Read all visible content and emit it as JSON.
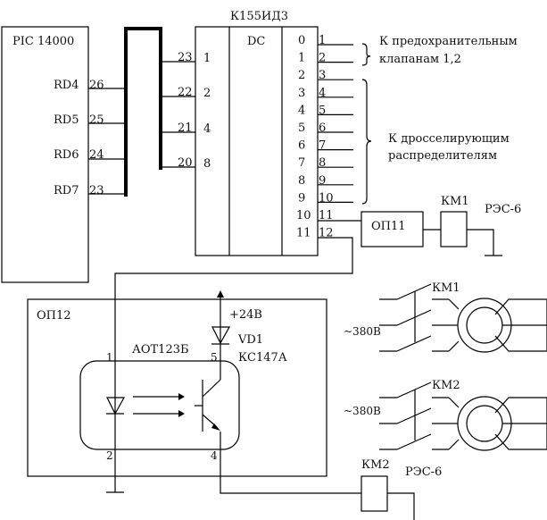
{
  "diagram": {
    "type": "electrical-schematic",
    "mcu": {
      "name": "PIC 14000",
      "pins": [
        {
          "name": "RD4",
          "num": "26"
        },
        {
          "name": "RD5",
          "num": "25"
        },
        {
          "name": "RD6",
          "num": "24"
        },
        {
          "name": "RD7",
          "num": "23"
        }
      ]
    },
    "decoder": {
      "name": "К155ИД3",
      "function": "DC",
      "inputs": [
        {
          "pin": "23",
          "weight": "1"
        },
        {
          "pin": "22",
          "weight": "2"
        },
        {
          "pin": "21",
          "weight": "4"
        },
        {
          "pin": "20",
          "weight": "8"
        }
      ],
      "outputs": [
        {
          "index": "0",
          "pin": "1"
        },
        {
          "index": "1",
          "pin": "2"
        },
        {
          "index": "2",
          "pin": "3"
        },
        {
          "index": "3",
          "pin": "4"
        },
        {
          "index": "4",
          "pin": "5"
        },
        {
          "index": "5",
          "pin": "6"
        },
        {
          "index": "6",
          "pin": "7"
        },
        {
          "index": "7",
          "pin": "8"
        },
        {
          "index": "8",
          "pin": "9"
        },
        {
          "index": "9",
          "pin": "10"
        },
        {
          "index": "10",
          "pin": "11"
        },
        {
          "index": "11",
          "pin": "12"
        }
      ]
    },
    "annotations": {
      "valves_line1": "К предохранительным",
      "valves_line2": "клапанам 1,2",
      "throttle_line1": "К дросселирующим",
      "throttle_line2": "распределителям"
    },
    "op11": {
      "name": "ОП11"
    },
    "km1_coil": {
      "name": "КМ1",
      "relay": "РЭС-6"
    },
    "op12": {
      "name": "ОП12",
      "optocoupler": "АОТ123Б",
      "supply": "+24В",
      "zener_ref": "VD1",
      "zener_type": "КС147А",
      "pins": {
        "p1": "1",
        "p2": "2",
        "p4": "4",
        "p5": "5"
      }
    },
    "motors": [
      {
        "contactor": "КМ1",
        "voltage": "~380В"
      },
      {
        "contactor": "КМ2",
        "voltage": "~380В"
      }
    ],
    "km2_coil": {
      "name": "КМ2",
      "relay": "РЭС-6"
    }
  }
}
